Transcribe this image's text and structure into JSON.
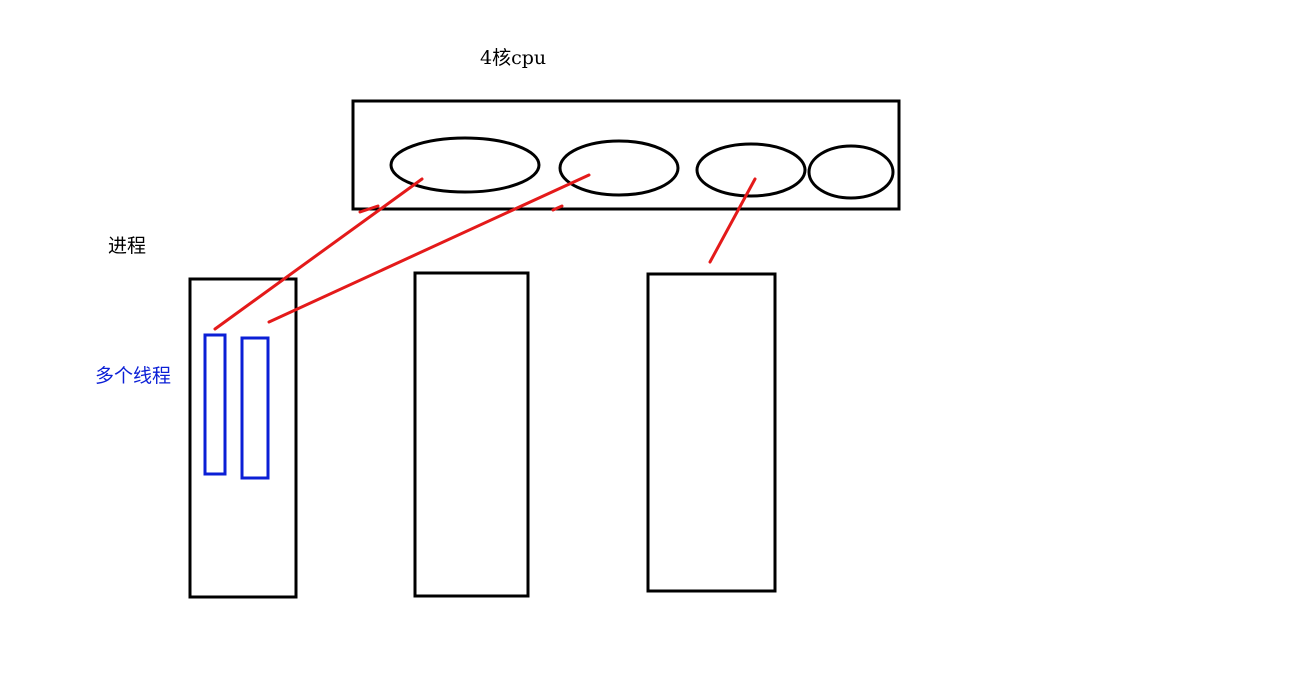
{
  "labels": {
    "cpu": "4核cpu",
    "process": "进程",
    "threads": "多个线程"
  },
  "colors": {
    "outline": "#000000",
    "thread": "#0b1fd6",
    "link": "#e41a1a",
    "background": "#ffffff"
  }
}
